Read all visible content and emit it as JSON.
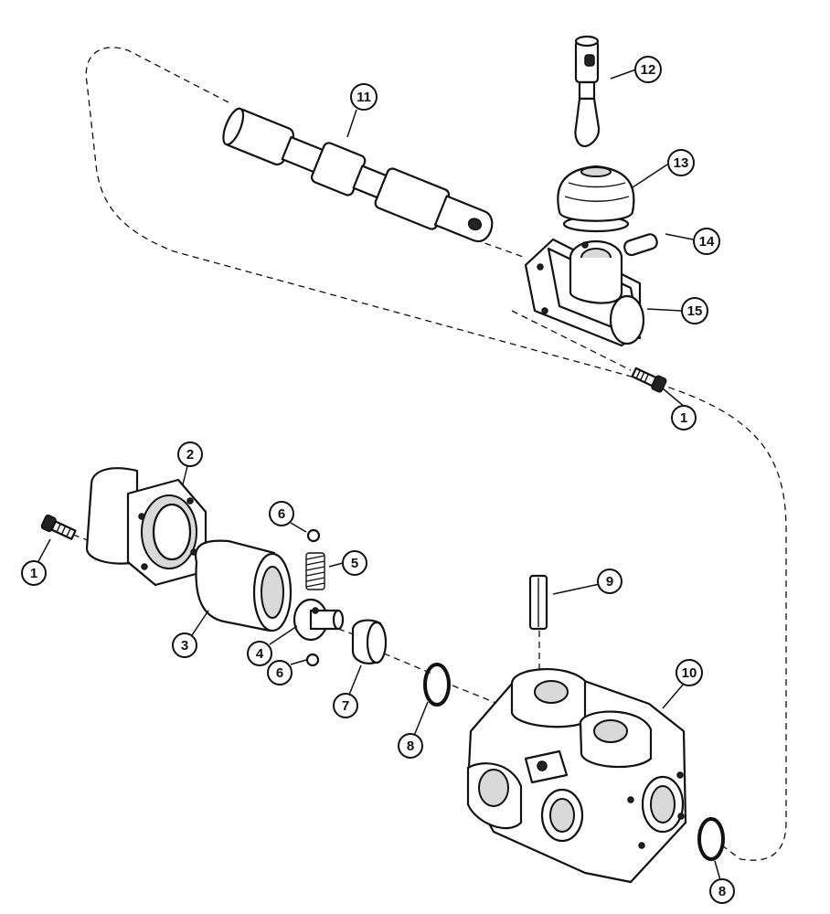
{
  "callouts": [
    {
      "id": "c1a",
      "label": "1"
    },
    {
      "id": "c1b",
      "label": "1"
    },
    {
      "id": "c2",
      "label": "2"
    },
    {
      "id": "c3",
      "label": "3"
    },
    {
      "id": "c4",
      "label": "4"
    },
    {
      "id": "c5",
      "label": "5"
    },
    {
      "id": "c6a",
      "label": "6"
    },
    {
      "id": "c6b",
      "label": "6"
    },
    {
      "id": "c7",
      "label": "7"
    },
    {
      "id": "c8a",
      "label": "8"
    },
    {
      "id": "c8b",
      "label": "8"
    },
    {
      "id": "c9",
      "label": "9"
    },
    {
      "id": "c10",
      "label": "10"
    },
    {
      "id": "c11",
      "label": "11"
    },
    {
      "id": "c12",
      "label": "12"
    },
    {
      "id": "c13",
      "label": "13"
    },
    {
      "id": "c14",
      "label": "14"
    },
    {
      "id": "c15",
      "label": "15"
    }
  ]
}
